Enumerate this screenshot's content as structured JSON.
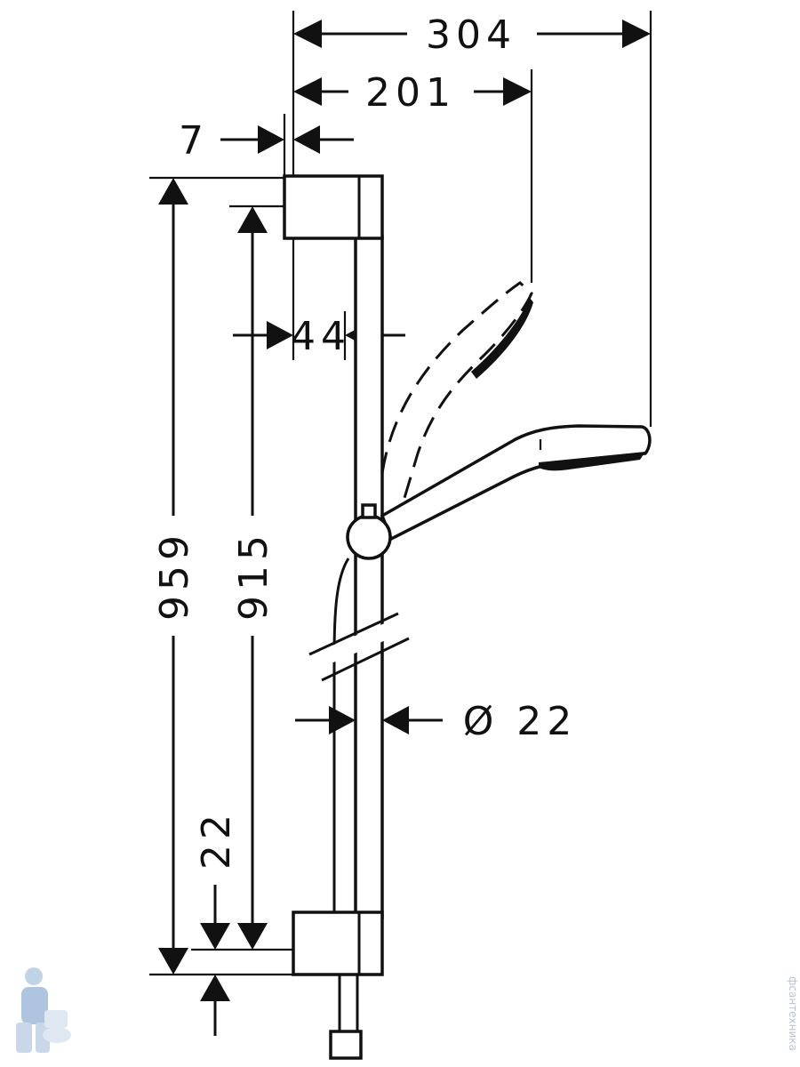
{
  "dimensions": {
    "overall_reach": "304",
    "handshower_reach": "201",
    "wall_offset": "7",
    "holder_width": "44",
    "total_height": "959",
    "rail_length": "915",
    "bottom_offset": "22",
    "rail_diameter": "Ø 22"
  },
  "watermark": {
    "text": "фсантехника",
    "icon": "plumber-mascot-icon"
  }
}
